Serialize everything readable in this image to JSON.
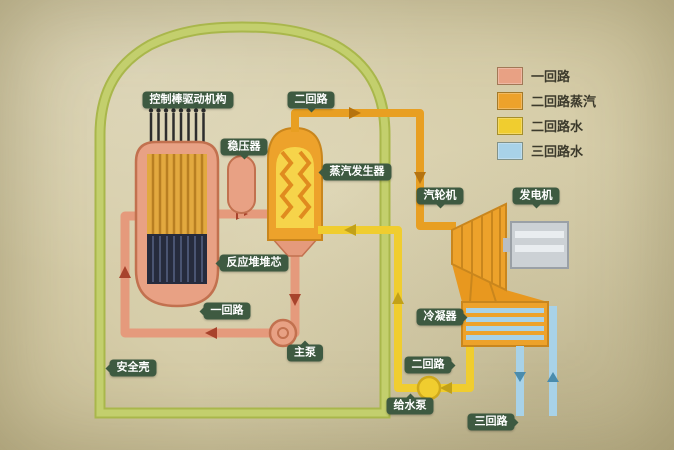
{
  "legend": {
    "items": [
      {
        "label": "一回路",
        "color": "#e8a184"
      },
      {
        "label": "二回路蒸汽",
        "color": "#eda22b"
      },
      {
        "label": "二回路水",
        "color": "#f0cd2f"
      },
      {
        "label": "三回路水",
        "color": "#a8d2e8"
      }
    ]
  },
  "labels": [
    {
      "id": "control-rod-drive",
      "text": "控制棒驱动机构"
    },
    {
      "id": "secondary-loop-top",
      "text": "二回路"
    },
    {
      "id": "pressurizer",
      "text": "稳压器"
    },
    {
      "id": "steam-generator",
      "text": "蒸汽发生器"
    },
    {
      "id": "reactor-core",
      "text": "反应堆堆芯"
    },
    {
      "id": "primary-loop",
      "text": "一回路"
    },
    {
      "id": "main-pump",
      "text": "主泵"
    },
    {
      "id": "containment",
      "text": "安全壳"
    },
    {
      "id": "turbine",
      "text": "汽轮机"
    },
    {
      "id": "generator",
      "text": "发电机"
    },
    {
      "id": "condenser",
      "text": "冷凝器"
    },
    {
      "id": "secondary-loop-bottom",
      "text": "二回路"
    },
    {
      "id": "feedwater-pump",
      "text": "给水泵"
    },
    {
      "id": "tertiary-loop",
      "text": "三回路"
    }
  ],
  "colors": {
    "background": "#d6cda9",
    "containment_wall": "#c3cf6d",
    "primary_loop": "#e8a184",
    "secondary_steam": "#eda22b",
    "secondary_water": "#f0cd2f",
    "tertiary_water": "#a8d2e8",
    "reactor_core": "#262b3d",
    "generator_body": "#ccd1d5",
    "label_background": "#3e5a41"
  }
}
